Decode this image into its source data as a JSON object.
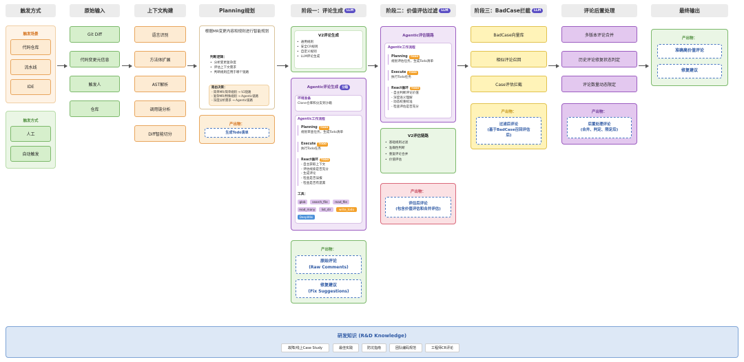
{
  "headers": [
    "触发方式",
    "原始输入",
    "上下文构建",
    "Planning规划",
    "阶段一：评论生成",
    "阶段二：价值评估过滤",
    "阶段三：BadCase拦截",
    "评论后置处理",
    "最终输出"
  ],
  "llm_badge": "LLM",
  "trigger": {
    "scene_title": "触发场景",
    "scenes": [
      "代码仓库",
      "流水线",
      "IDE"
    ],
    "mode_title": "触发方式",
    "modes": [
      "人工",
      "自动触发"
    ]
  },
  "inputs": [
    "Git Diff",
    "代码变更元信息",
    "触发人",
    "仓库"
  ],
  "context": [
    "语言识别",
    "方法体扩展",
    "AST解析",
    "调用链分析",
    "Diff智能切分"
  ],
  "planning": {
    "title": "根据MR变更内容和规则进行智能规划",
    "logic_title": "判断逻辑：",
    "logic": [
      "分析变更复杂度",
      "评估上下文需求",
      "判断规则应用于哪个链路"
    ],
    "decision_title": "路由决策：",
    "decisions": [
      "- 简单MR/简单规则 → V2链路",
      "- 复杂MR/特殊规则 → Agentic链路",
      "- 深度分析需求 → Agentic链路"
    ],
    "output_title": "产出物：",
    "output_item": "生成Todo清单"
  },
  "stage1": {
    "v2_title": "V2评论生成",
    "v2_items": [
      "通用规则",
      "安全CR规则",
      "自定义规则",
      "LLM评论生成"
    ],
    "agentic_title": "Agentic评论生成",
    "agentic_badge": "分裂",
    "env_title": "环境准备",
    "env_text": "Clone仓库和分支到沙箱",
    "flow_title": "Agentic工作流程",
    "planning_label": "Planning",
    "planning_text": "规划审查任务，生成Todo清单",
    "execute_label": "Execute",
    "execute_text": "执行Todo任务",
    "react_label": "React循环",
    "react_items": [
      "- 自主获取上下文",
      "- 评估线索是否充分",
      "- 生成评论",
      "- 检查是否误报",
      "- 检查是否有遗漏"
    ],
    "todo_badge": "TODO",
    "tools_title": "工具：",
    "tools": [
      "glob",
      "search_file",
      "read_file",
      "read_many",
      "list_dir",
      "write_todo",
      "DeepWiki"
    ],
    "output_title": "产出物：",
    "outputs": [
      "原始评论\n(Raw Comments)",
      "修复建议\n(Fix Suggestions)"
    ]
  },
  "stage2": {
    "agentic_title": "Agentic评估链路",
    "flow_title": "Agentic工作流程",
    "planning_label": "Planning",
    "planning_text": "规划评估任务，生成Todo清单",
    "execute_label": "Execute",
    "execute_text": "执行Todo任务",
    "react_label": "React循环",
    "react_items": [
      "- 自主判断评论价值",
      "- 深度语义理解",
      "- 动态权重标准",
      "- 检查评估是否充分"
    ],
    "v2_title": "V2评估链路",
    "v2_items": [
      "基础规则过滤",
      "准确性判断",
      "重复评论合并",
      "价值评估"
    ],
    "output_title": "产出物：",
    "output_item": "评估后评论\n(包含价值评估和合并评估)"
  },
  "stage3": {
    "boxes": [
      "BadCase向量库",
      "相似评论召回",
      "Case评估拦截"
    ],
    "output_title": "产出物：",
    "output_item": "过滤后评论\n(基于BadCase召回评估\n后)"
  },
  "post": {
    "boxes": [
      "多版本评论合并",
      "历史评论修复状态判定",
      "评论数量动态限定"
    ],
    "output_title": "产出物：",
    "output_item": "后置处理评论\n(合并、判定、限定后)"
  },
  "final": {
    "output_title": "产出物：",
    "outputs": [
      "准确高价值评论",
      "修复建议"
    ]
  },
  "knowledge": {
    "title": "研发知识 (R&D Knowledge)",
    "chips": [
      "故障/线上Case Study",
      "最佳实践",
      "防坑指南",
      "团队编码规范",
      "工程师CR评论"
    ]
  },
  "colors": {
    "orange": "#e8a55c",
    "green": "#7bb86a",
    "yellow": "#e1c24e",
    "purple": "#9b5cc0",
    "red": "#d9687a",
    "blue": "#4a79c2",
    "llm": "#5b4fc4"
  }
}
